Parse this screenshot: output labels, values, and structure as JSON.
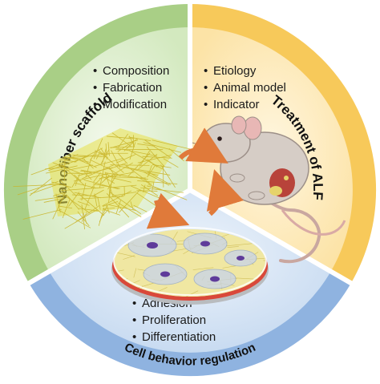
{
  "sections": {
    "nanofiber": {
      "title": "Nanofiber scaffold",
      "items": [
        "Composition",
        "Fabrication",
        "Modification"
      ],
      "color_outer": "#a9cf86",
      "color_inner": "#dcefcb"
    },
    "treatment": {
      "title": "Treatment of ALF",
      "items": [
        "Etiology",
        "Animal model",
        "Indicator"
      ],
      "color_outer": "#f7c95a",
      "color_inner": "#fde8b4"
    },
    "cell": {
      "title": "Cell behavior regulation",
      "items": [
        "Adhesion",
        "Proliferation",
        "Differentiation"
      ],
      "color_outer": "#8fb3e0",
      "color_inner": "#cfdff3"
    }
  },
  "bullet": "•",
  "arrow_color": "#e07a3a",
  "icons": [
    "nanofiber-mesh-icon",
    "mouse-icon",
    "petri-dish-icon"
  ]
}
